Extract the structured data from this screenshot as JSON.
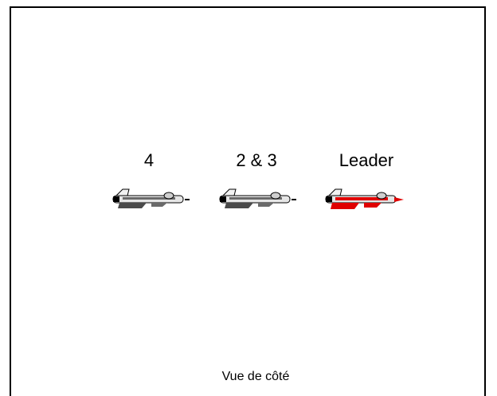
{
  "formation": {
    "aircraft": [
      {
        "label": "4",
        "livery": "grey"
      },
      {
        "label": "2 & 3",
        "livery": "grey"
      },
      {
        "label": "Leader",
        "livery": "red"
      }
    ]
  },
  "caption": "Vue de côté",
  "colors": {
    "grey_body": "#d8d8d8",
    "grey_stripe": "#6a6a6a",
    "red_accent": "#e00000",
    "outline": "#000000"
  }
}
